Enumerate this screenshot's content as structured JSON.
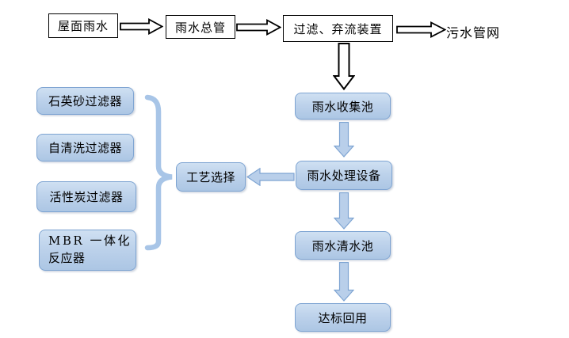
{
  "diagram": {
    "type": "flowchart",
    "top_flow": {
      "roof_rainwater": "屋面雨水",
      "rainwater_main": "雨水总管",
      "filter_divert": "过滤、弃流装置",
      "sewage_network": "污水管网"
    },
    "main_flow": {
      "collection_pool": "雨水收集池",
      "treatment_equipment": "雨水处理设备",
      "clean_water_pool": "雨水清水池",
      "compliant_reuse": "达标回用"
    },
    "process_selection": {
      "label": "工艺选择",
      "options": [
        {
          "label": "石英砂过滤器"
        },
        {
          "label": "自清洗过滤器"
        },
        {
          "label": "活性炭过滤器"
        },
        {
          "label_line1": "MBR 一体化",
          "label_line2": "反应器"
        }
      ]
    },
    "icons": {
      "right_arrow": "block-arrow-right",
      "down_arrow_white": "block-arrow-down",
      "down_arrow_blue": "block-arrow-down",
      "left_arrow_blue": "block-arrow-left",
      "brace": "right-curly-brace"
    },
    "colors": {
      "background": "#FFFFFF",
      "text": "#000000",
      "plain_box_border": "#000000",
      "node_fill_top": "#CFE0F2",
      "node_fill_bottom": "#ACC6E4",
      "node_border": "#7EA4D2",
      "blue_arrow_fill": "#B9CFEA",
      "blue_arrow_border": "#7EA4D2",
      "brace": "#A8C5E7"
    }
  }
}
